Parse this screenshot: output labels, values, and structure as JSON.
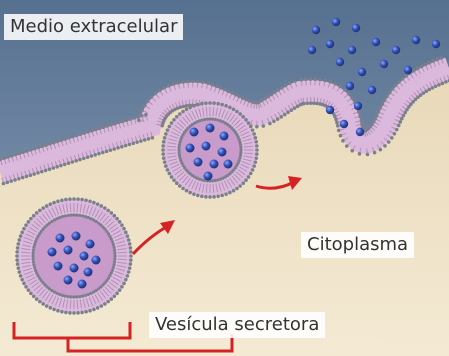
{
  "labels": {
    "extracellular": "Medio extracelular",
    "cytoplasm": "Citoplasma",
    "vesicle": "Vesícula secretora"
  },
  "colors": {
    "extracellular_bg": "#6b86a3",
    "cytoplasm_bg": "#efe2c6",
    "membrane": "#dbb9dd",
    "lipid_head": "#7c7f8d",
    "vesicle_fill": "#c99bcb",
    "molecule": "#2f4aa8",
    "arrow": "#d62222",
    "bracket": "#d62222"
  },
  "icons": {
    "arrow": "curved-arrow-icon",
    "bracket": "bracket-icon"
  }
}
